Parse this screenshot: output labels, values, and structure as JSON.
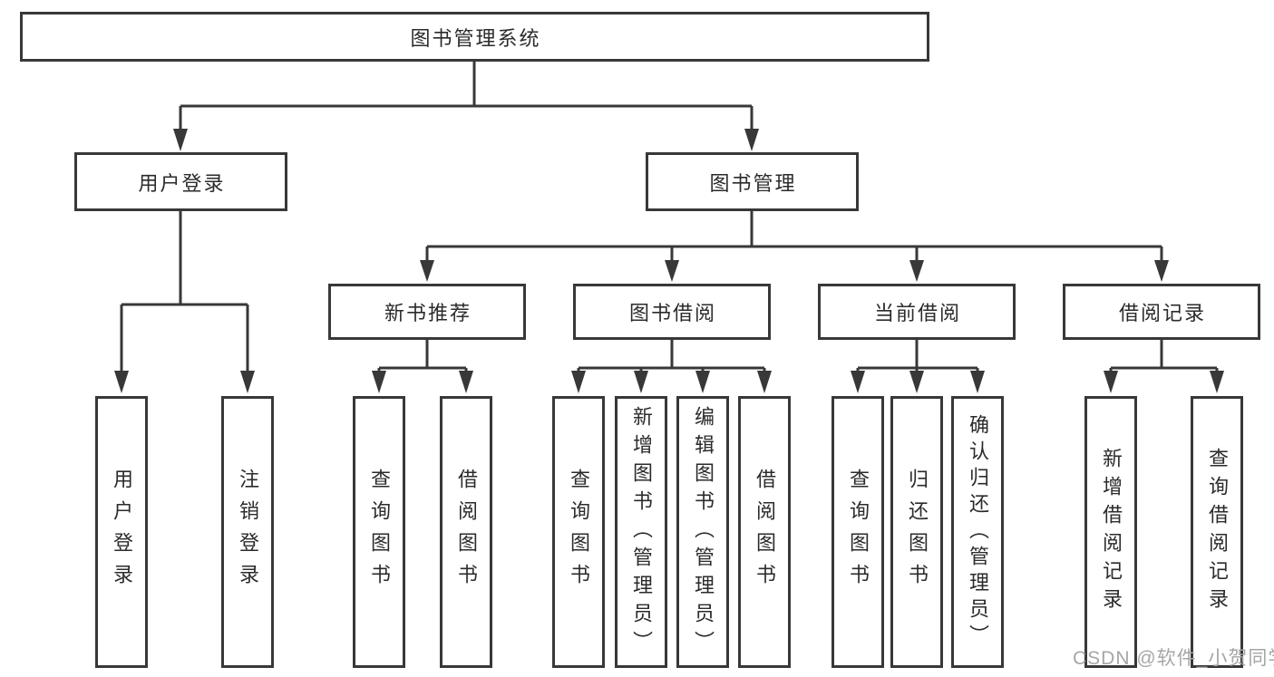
{
  "root": {
    "label": "图书管理系统"
  },
  "level2": [
    {
      "label": "用户登录"
    },
    {
      "label": "图书管理"
    }
  ],
  "level3": [
    {
      "label": "新书推荐"
    },
    {
      "label": "图书借阅"
    },
    {
      "label": "当前借阅"
    },
    {
      "label": "借阅记录"
    }
  ],
  "leaves": {
    "login": [
      {
        "label": "用户登录"
      },
      {
        "label": "注销登录"
      }
    ],
    "recommend": [
      {
        "label": "查询图书"
      },
      {
        "label": "借阅图书"
      }
    ],
    "borrow": [
      {
        "label": "查询图书"
      },
      {
        "label": "新增图书（管理员）"
      },
      {
        "label": "编辑图书（管理员）"
      },
      {
        "label": "借阅图书"
      }
    ],
    "current": [
      {
        "label": "查询图书"
      },
      {
        "label": "归还图书"
      },
      {
        "label": "确认归还（管理员）"
      }
    ],
    "records": [
      {
        "label": "新增借阅记录"
      },
      {
        "label": "查询借阅记录"
      }
    ]
  },
  "watermark": {
    "text": "CSDN @软件_小贺同学"
  },
  "colors": {
    "line": "#383838",
    "text": "#2b2b2b",
    "box_background": "#ffffff",
    "watermark": "#a6a6a6",
    "page_background": "#ffffff"
  }
}
